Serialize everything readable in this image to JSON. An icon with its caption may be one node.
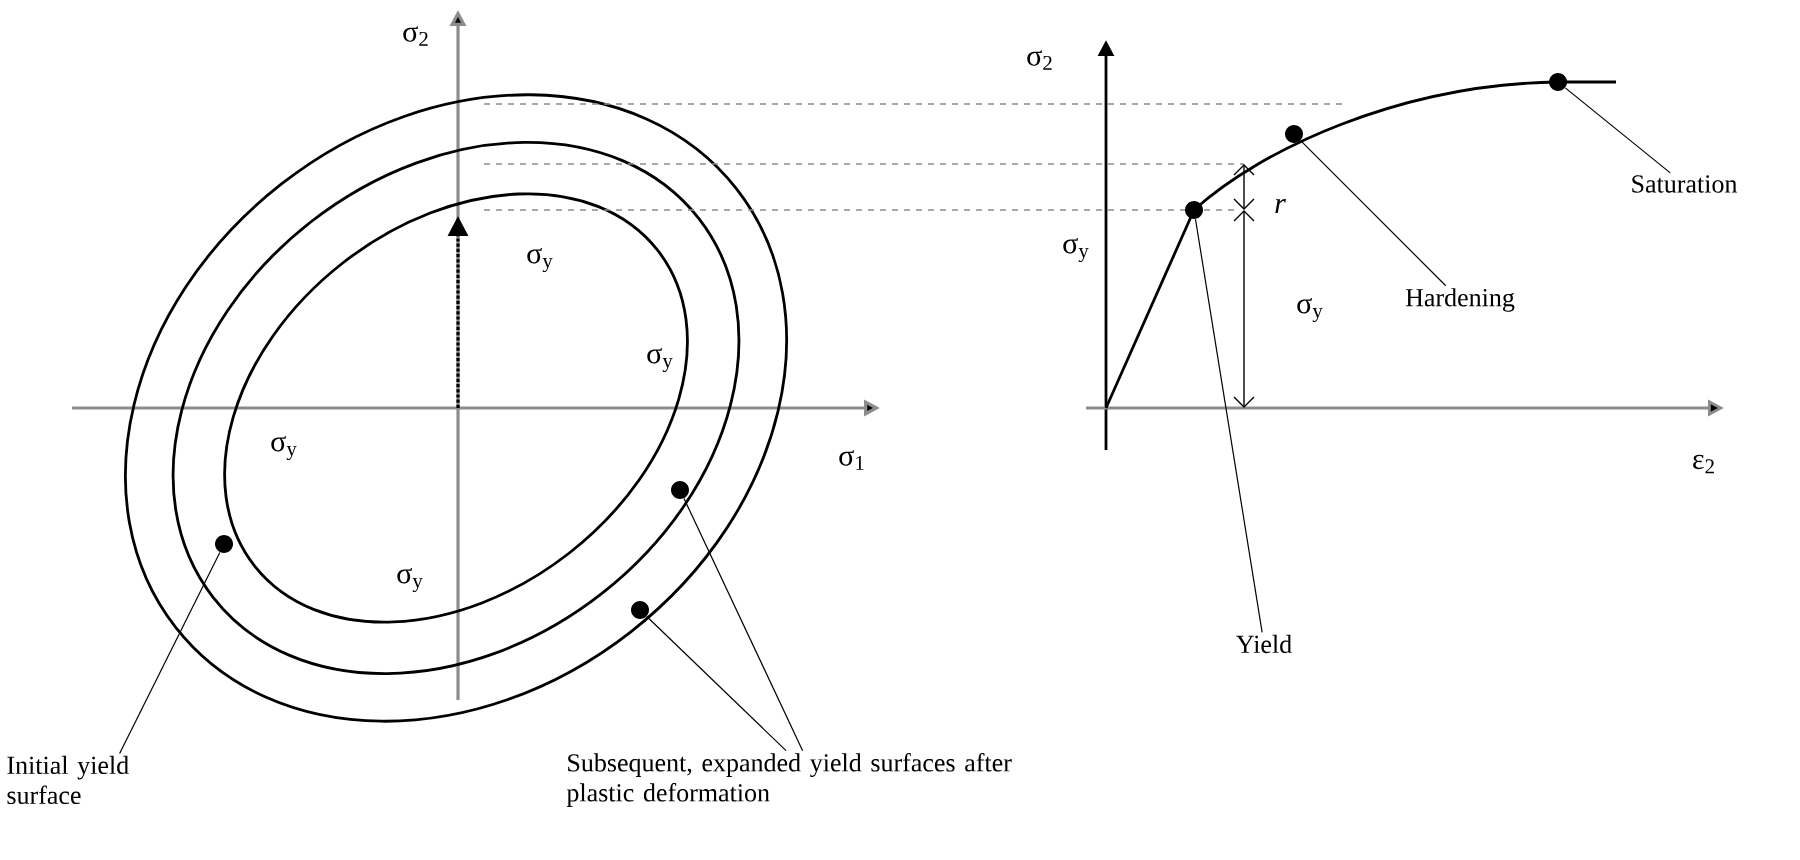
{
  "diagram": {
    "nodes": [
      {
        "text": [
          "Initial yield surface"
        ]
      },
      {
        "text": [],
        "shape": "circle"
      },
      {
        "text": [
          "Subsequent, expanded yield surfaces after plastic deformation"
        ]
      },
      {
        "text": [],
        "shape": "circle"
      },
      {
        "text": [],
        "shape": "circle"
      },
      {
        "text": [
          "Yield"
        ]
      },
      {
        "text": [],
        "shape": "circle"
      },
      {
        "text": [
          "Hardening"
        ]
      },
      {
        "text": [],
        "shape": "circle"
      },
      {
        "text": [
          "Saturation"
        ]
      },
      {
        "text": [],
        "shape": "circle"
      }
    ],
    "edges": [
      {
        "from": 0,
        "to": 1,
        "arrow": "none"
      },
      {
        "from": 2,
        "to": 3,
        "arrow": "none"
      },
      {
        "from": 2,
        "to": 4,
        "arrow": "none"
      },
      {
        "from": 5,
        "to": 6,
        "arrow": "none"
      },
      {
        "from": 7,
        "to": 8,
        "arrow": "none"
      },
      {
        "from": 9,
        "to": 10,
        "arrow": "none"
      }
    ],
    "labels": [
      "σ$_{2}$",
      "σ$_{y}$",
      "σ$_{y}$",
      "σ$_{1}$",
      "σ$_{y}$",
      "σ$_{y}$",
      "σ$_{2}$",
      "r",
      "σ$_{y}$",
      "σ$_{y}$",
      "ε$_{2}$"
    ]
  }
}
